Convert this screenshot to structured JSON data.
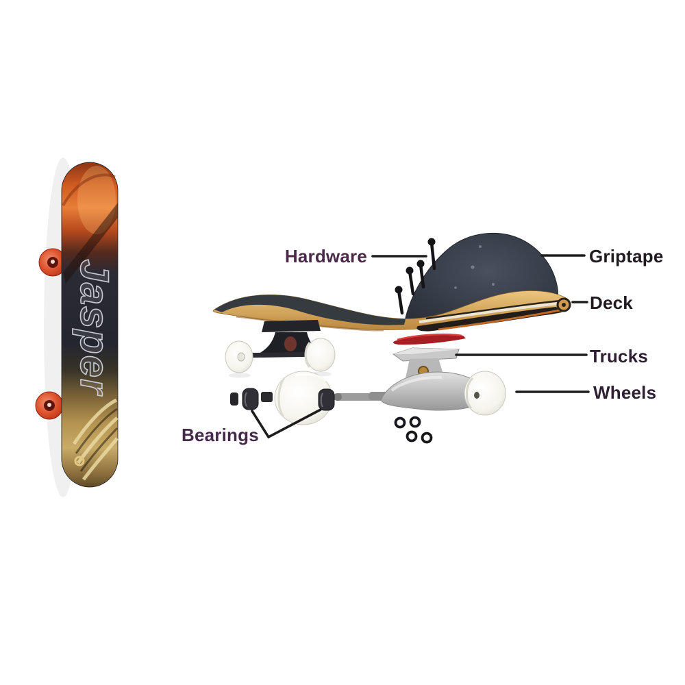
{
  "left_photo": {
    "brand_text": "Jasper",
    "deck_dark": "#262833",
    "deck_orange": "#d95f28",
    "deck_gold": "#c2a05e",
    "wheel_red": "#d23b20",
    "wheel_count_visible": 2
  },
  "diagram": {
    "line_color": "#1d1d1d",
    "labels": {
      "hardware": {
        "text": "Hardware",
        "color": "#4b2a4a"
      },
      "griptape": {
        "text": "Griptape",
        "color": "#211a20"
      },
      "deck": {
        "text": "Deck",
        "color": "#211a20"
      },
      "trucks": {
        "text": "Trucks",
        "color": "#2f1f33"
      },
      "wheels": {
        "text": "Wheels",
        "color": "#2f1f33"
      },
      "bearings": {
        "text": "Bearings",
        "color": "#45294a"
      }
    },
    "parts_visible": {
      "hardware_screws": 4,
      "bearings": 2,
      "axle_nuts": 4,
      "white_wheels": 4,
      "trucks": 2,
      "riser_color": "#a51e22"
    }
  }
}
